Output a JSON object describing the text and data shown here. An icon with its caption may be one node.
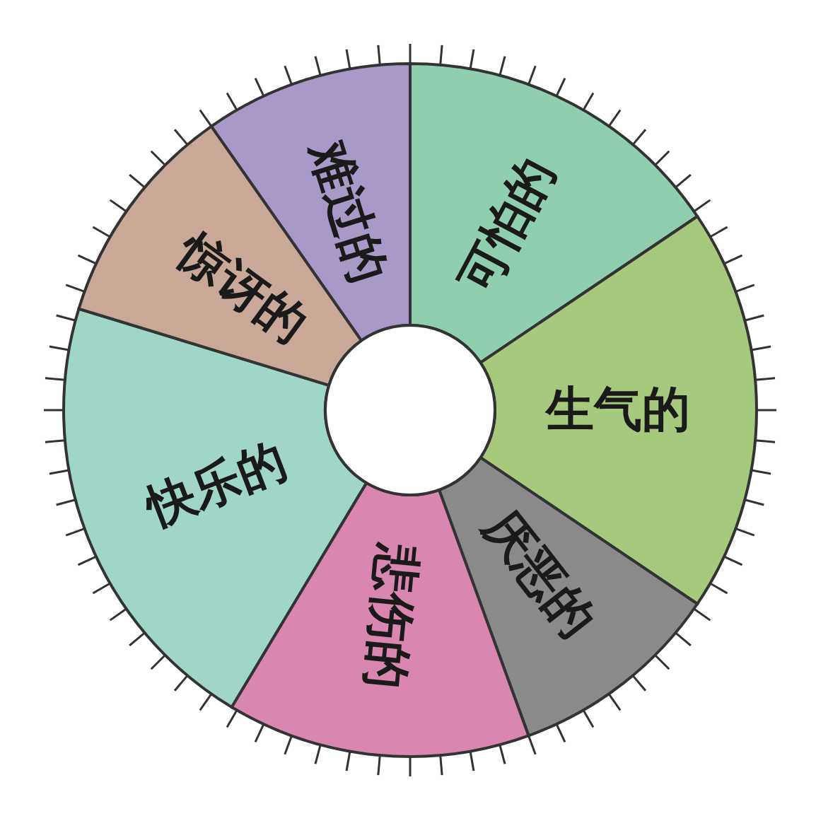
{
  "diagram": {
    "nodes": [
      {
        "text": [
          "可怕的"
        ]
      },
      {
        "text": [
          "生气的"
        ]
      },
      {
        "text": [
          "厌恶的"
        ]
      },
      {
        "text": [
          "悲伤的"
        ]
      },
      {
        "text": [
          "快乐的"
        ]
      },
      {
        "text": [
          "惊讶的"
        ]
      },
      {
        "text": [
          "难过的"
        ]
      },
      {
        "text": [],
        "shape": "circle"
      }
    ]
  }
}
